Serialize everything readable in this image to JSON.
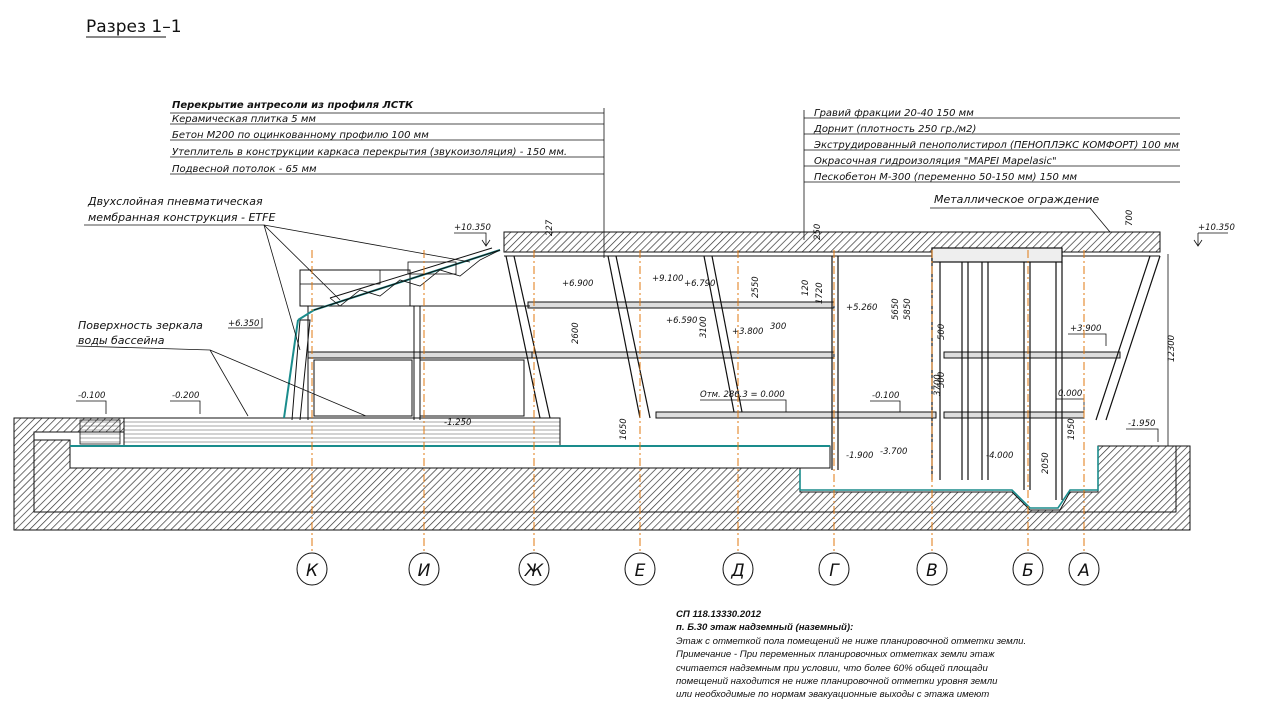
{
  "title": "Разрез 1–1",
  "slab_spec": {
    "heading": "Перекрытие антресоли из профиля ЛСТК",
    "lines": [
      "Керамическая плитка 5 мм",
      "Бетон М200 по оцинкованному профилю 100 мм",
      "Утеплитель в конструкции каркаса перекрытия (звукоизоляция) - 150 мм.",
      "Подвесной потолок - 65 мм"
    ]
  },
  "roof_spec": {
    "lines": [
      "Гравий фракции 20-40 150 мм",
      "Дорнит (плотность 250 гр./м2)",
      "Экструдированный пенополистирол (ПЕНОПЛЭКС КОМФОРТ) 100 мм",
      "Окрасочная гидроизоляция \"MAPEI Mapelasic\"",
      "Пескобетон М-300 (переменно 50-150 мм) 150 мм"
    ]
  },
  "callouts": {
    "etfe": [
      "Двухслойная пневматическая",
      "мембранная конструкция - ETFE"
    ],
    "pool": [
      "Поверхность зеркала",
      "воды бассейна"
    ],
    "railing": "Металлическое ограждение"
  },
  "levels": {
    "roof_left": "+10.350",
    "roof_right": "+10.350",
    "l6900": "+6.900",
    "l6350": "+6.350",
    "l9100": "+9.100",
    "l6790": "+6.790",
    "l6590": "+6.590",
    "l5260": "+5.260",
    "l3800": "+3.800",
    "l3900": "+3.900",
    "zero": "Отм. 286.3 = 0.000",
    "m0100a": "-0.100",
    "m0200": "-0.200",
    "m1250": "-1.250",
    "m0100b": "-0.100",
    "l0000": "0.000",
    "m1900": "-1.900",
    "m3700": "-3.700",
    "m4000": "-4.000",
    "m1950": "-1.950"
  },
  "dims": {
    "d227": "227",
    "d250": "250",
    "d1720": "1720",
    "d2550": "2550",
    "d2600": "2600",
    "d3100": "3100",
    "d300": "300",
    "d5650": "5650",
    "d5850": "5850",
    "d500a": "500",
    "d500b": "500",
    "d3700": "3700",
    "d12300": "12300",
    "d1650": "1650",
    "d2050": "2050",
    "d1950": "1950",
    "d700": "700",
    "d120": "120"
  },
  "axes": [
    "К",
    "И",
    "Ж",
    "Е",
    "Д",
    "Г",
    "В",
    "Б",
    "А"
  ],
  "note": {
    "code": "СП 118.13330.2012",
    "clause": "п. Б.30 этаж надземный (наземный):",
    "lines": [
      "Этаж с отметкой пола помещений не ниже планировочной отметки земли.",
      "Примечание - При переменных планировочных отметках земли этаж",
      "считается надземным при условии, что более 60% общей площади",
      "помещений находится не ниже планировочной отметки уровня земли",
      "или необходимые по нормам эвакуационные выходы с этажа имеют"
    ]
  },
  "colors": {
    "line": "#111111",
    "axis": "#e07a12",
    "membrane": "#1a8c8c",
    "hatch": "#444444"
  }
}
